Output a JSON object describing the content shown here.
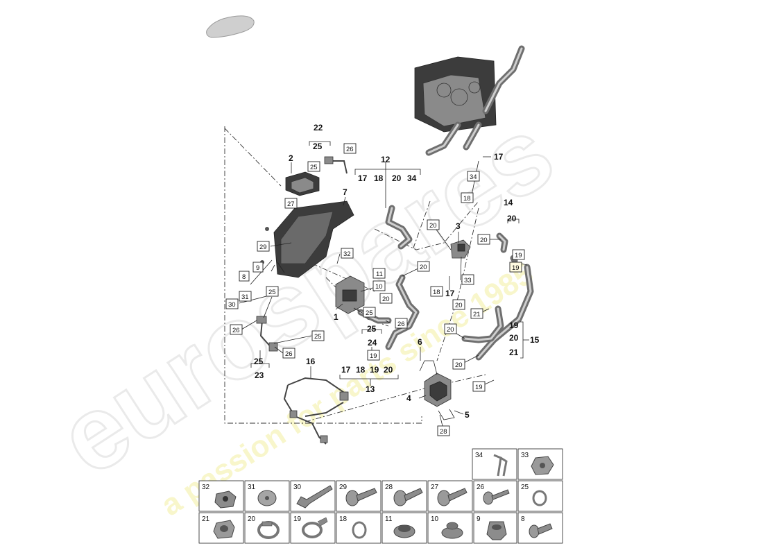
{
  "watermark": {
    "brand": "eurospares",
    "slogan": "a passion for parts since 1985"
  },
  "callouts": {
    "c1": "1",
    "c2": "2",
    "c3": "3",
    "c4": "4",
    "c5": "5",
    "c6": "6",
    "c7": "7",
    "c12": "12",
    "c13": "13",
    "c14": "14",
    "c15": "15",
    "c16": "16",
    "c17a": "17",
    "c17b": "17",
    "c22": "22",
    "c23": "23",
    "c24": "24",
    "g12_17": "17",
    "g12_18": "18",
    "g12_20": "20",
    "g12_34": "34",
    "g13_17": "17",
    "g13_18": "18",
    "g13_19": "19",
    "g13_20": "20",
    "g14_20": "20",
    "g15_19": "19",
    "g15_20": "20",
    "g15_21": "21",
    "g22_25": "25",
    "g23_25": "25",
    "g24_25": "25"
  },
  "boxes": {
    "b26a": "26",
    "b25a": "25",
    "b27": "27",
    "b29": "29",
    "b9": "9",
    "b8": "8",
    "b31": "31",
    "b30": "30",
    "b25b": "25",
    "b26b": "26",
    "b26c": "26",
    "b25c": "25",
    "b32": "32",
    "b11": "11",
    "b10": "10",
    "b20a": "20",
    "b25d": "25",
    "b26d": "26",
    "b19a": "19",
    "b34": "34",
    "b18a": "18",
    "b20b": "20",
    "b20c": "20",
    "b20d": "20",
    "b33": "33",
    "b18b": "18",
    "b20e": "20",
    "b21": "21",
    "b20f": "20",
    "b20g": "20",
    "b19b": "19",
    "b19c": "19",
    "b19d": "19",
    "b28": "28"
  },
  "legend": {
    "row1": [
      "34",
      "33"
    ],
    "row2": [
      "32",
      "31",
      "30",
      "29",
      "28",
      "27",
      "26",
      "25"
    ],
    "row3": [
      "21",
      "20",
      "19",
      "18",
      "11",
      "10",
      "9",
      "8"
    ]
  }
}
